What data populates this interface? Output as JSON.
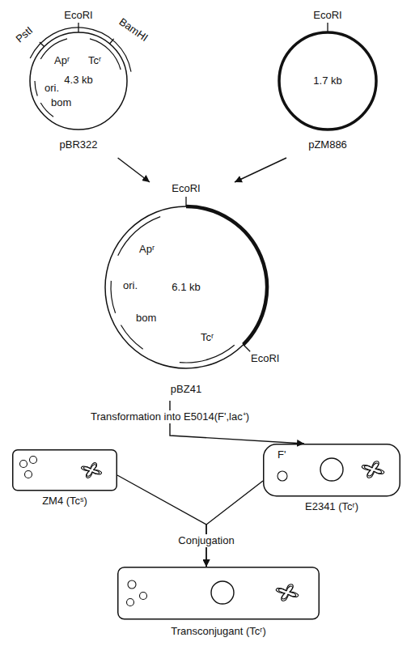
{
  "diagram": {
    "nodes": [
      {
        "text": [
          "EcoRI",
          "PstI",
          "BamHI",
          "Apʳ",
          "Tcʳ",
          "4.3 kb",
          "ori.",
          "bom",
          "pBR322"
        ]
      },
      {
        "text": [
          "EcoRI",
          "1.7 kb",
          "pZM886"
        ]
      },
      {
        "text": [
          "EcoRI",
          "Apʳ",
          "ori.",
          "bom",
          "6.1 kb",
          "Tcʳ",
          "EcoRI",
          "pBZ41"
        ]
      },
      {
        "text": [
          "ZM4 (Tcˢ)"
        ]
      },
      {
        "text": [
          "F'",
          "E2341 (Tcʳ)"
        ]
      },
      {
        "text": [
          "Transconjugant (Tcʳ)"
        ]
      }
    ],
    "edges": [
      {
        "from": 0,
        "to": 2,
        "arrow": "to"
      },
      {
        "from": 1,
        "to": 2,
        "arrow": "to"
      },
      {
        "from": 2,
        "to": 4,
        "arrow": "to",
        "label": "Transformation into E5014(F',lac⁺)"
      },
      {
        "from": 3,
        "to": 5,
        "arrow": "to"
      },
      {
        "from": 4,
        "to": 5,
        "arrow": "to"
      }
    ],
    "labels": [
      "Conjugation"
    ]
  }
}
